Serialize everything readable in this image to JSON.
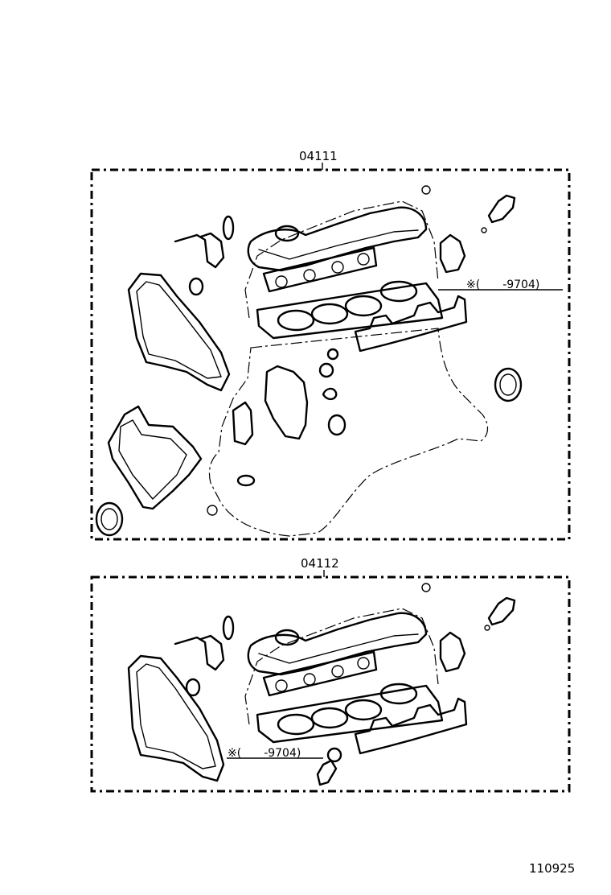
{
  "diagram": {
    "kit_upper": {
      "part_number": "04111",
      "note": "※(　　-9704)"
    },
    "kit_lower": {
      "part_number": "04112",
      "note": "※(　　-9704)"
    },
    "figure_id": "110925"
  }
}
